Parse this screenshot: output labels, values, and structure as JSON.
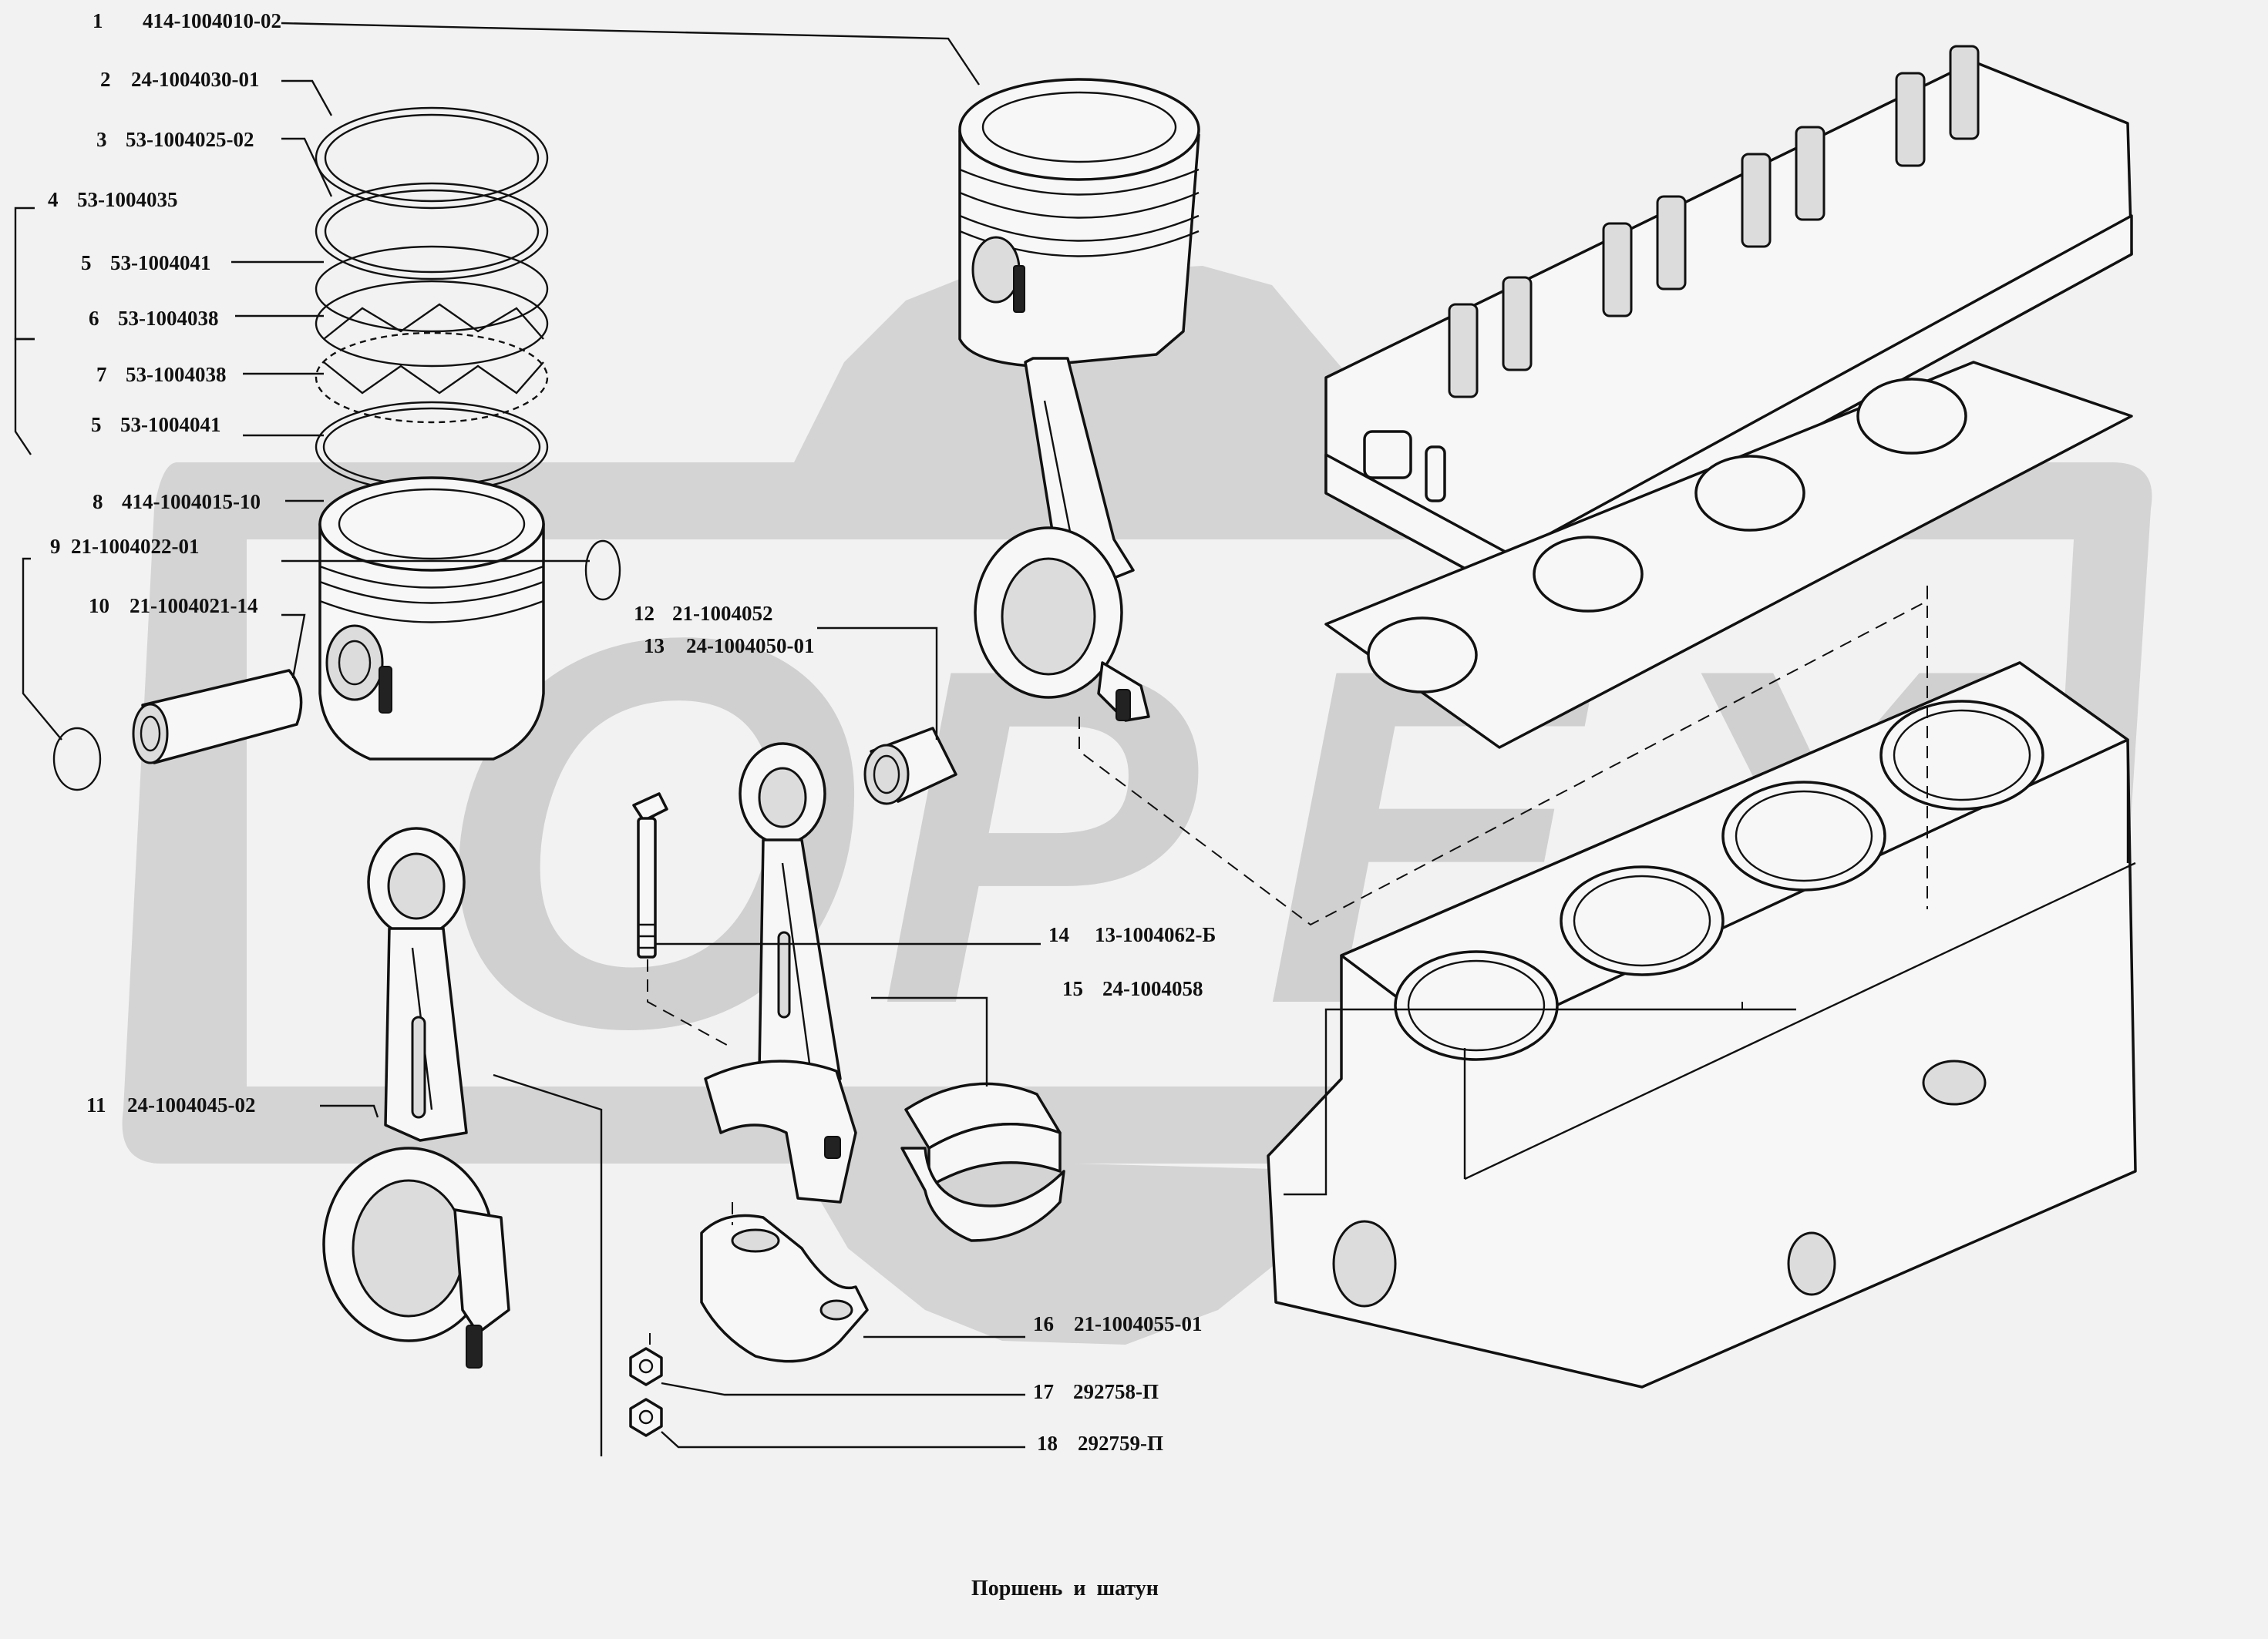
{
  "caption": "Поршень  и  шатун",
  "callouts": [
    {
      "num": "1",
      "code": "414-1004010-02"
    },
    {
      "num": "2",
      "code": "24-1004030-01"
    },
    {
      "num": "3",
      "code": "53-1004025-02"
    },
    {
      "num": "4",
      "code": "53-1004035"
    },
    {
      "num": "5",
      "code": "53-1004041"
    },
    {
      "num": "6",
      "code": "53-1004038"
    },
    {
      "num": "7",
      "code": "53-1004038"
    },
    {
      "num": "5",
      "code": "53-1004041"
    },
    {
      "num": "8",
      "code": "414-1004015-10"
    },
    {
      "num": "9",
      "code": "21-1004022-01"
    },
    {
      "num": "10",
      "code": "21-1004021-14"
    },
    {
      "num": "11",
      "code": "24-1004045-02"
    },
    {
      "num": "12",
      "code": "21-1004052"
    },
    {
      "num": "13",
      "code": "24-1004050-01"
    },
    {
      "num": "14",
      "code": "13-1004062-Б"
    },
    {
      "num": "15",
      "code": "24-1004058"
    },
    {
      "num": "16",
      "code": "21-1004055-01"
    },
    {
      "num": "17",
      "code": "292758-П"
    },
    {
      "num": "18",
      "code": "292759-П"
    }
  ],
  "watermark_letters": [
    "O",
    "P",
    "E",
    "X"
  ],
  "colors": {
    "ink": "#111111",
    "background": "#f2f2f2",
    "watermark": "#d4d4d4"
  }
}
